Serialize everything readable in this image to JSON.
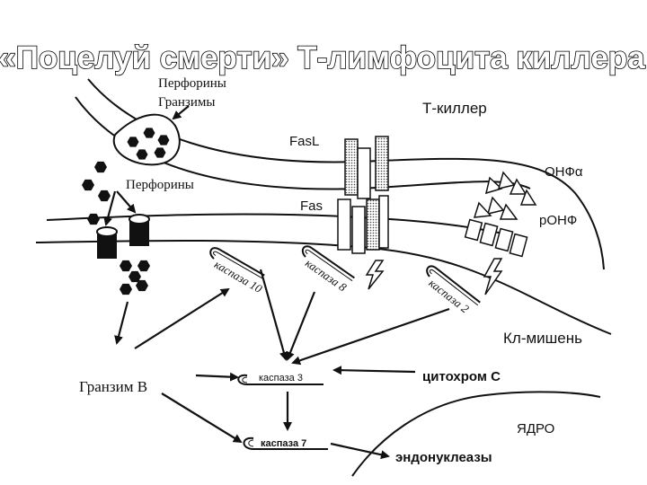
{
  "title": "«Поцелуй смерти» Т-лимфоцита киллера",
  "labels": {
    "perforins_top": "Перфорины",
    "granzymes": "Гранзимы",
    "perforins_mid": "Перфорины",
    "t_killer": "Т-киллер",
    "fasl": "FasL",
    "fas": "Fas",
    "onf_alpha": "ОНФα",
    "r_onf": "рОНФ",
    "target_cell": "Кл-мишень",
    "granzyme_b": "Гранзим В",
    "cytochrome_c": "цитохром С",
    "nucleus": "ЯДРО",
    "endonucleases": "эндонуклеазы"
  },
  "caspases": {
    "c10": "каспаза 10",
    "c8": "каспаза 8",
    "c2": "каспаза 2",
    "c3": "каспаза 3",
    "c7": "каспаза 7"
  }
}
